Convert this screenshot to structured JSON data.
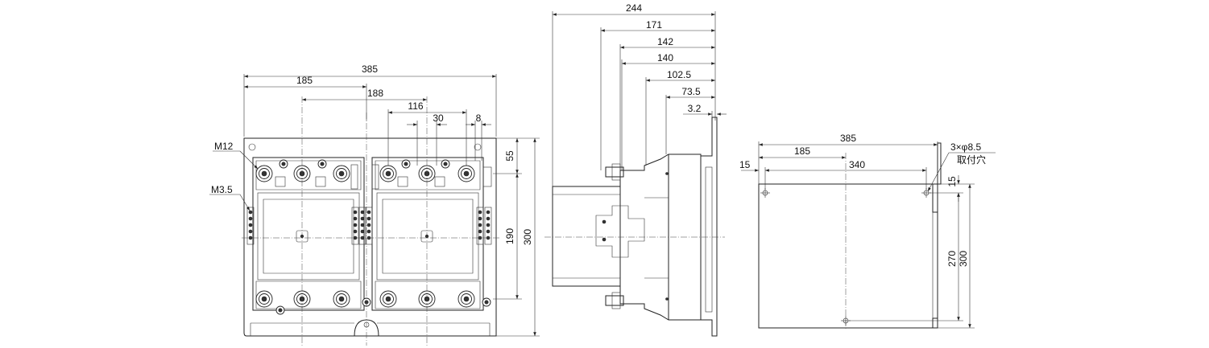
{
  "front_view": {
    "dims": {
      "width_total": "385",
      "width_half": "185",
      "pitch_188": "188",
      "pitch_116": "116",
      "pitch_30": "30",
      "pitch_8": "8",
      "height_55": "55",
      "height_190": "190",
      "height_300": "300"
    },
    "labels": {
      "m12": "M12",
      "m35": "M3.5"
    }
  },
  "side_view": {
    "dims": {
      "d244": "244",
      "d171": "171",
      "d142": "142",
      "d140": "140",
      "d1025": "102.5",
      "d735": "73.5",
      "d32": "3.2"
    }
  },
  "mounting_view": {
    "dims": {
      "width_total": "385",
      "width_half": "185",
      "width_340": "340",
      "edge_15": "15",
      "top_15": "15",
      "height_270": "270",
      "height_300": "300"
    },
    "labels": {
      "holes": "3×φ8.5",
      "holes_jp": "取付穴"
    }
  }
}
